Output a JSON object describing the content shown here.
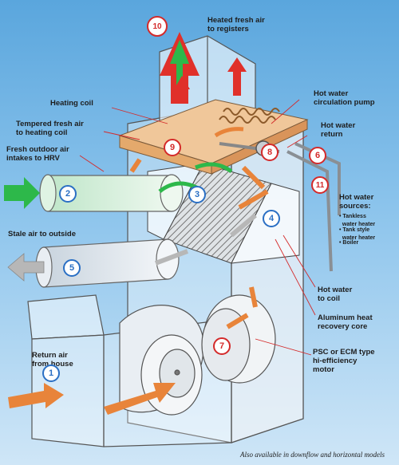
{
  "labels": {
    "heated_fresh_air": "Heated fresh air\nto registers",
    "heating_coil": "Heating coil",
    "tempered_air": "Tempered fresh air\nto heating coil",
    "fresh_outdoor": "Fresh outdoor air\nintakes to HRV",
    "stale_air": "Stale air to outside",
    "return_air": "Return air\nfrom house",
    "hot_water_pump": "Hot water\ncirculation pump",
    "hot_water_return": "Hot water\nreturn",
    "hot_water_sources": "Hot water\nsources:",
    "source_tankless": "• Tankless\n  water heater",
    "source_tank": "• Tank style\n  water heater",
    "source_boiler": "• Boiler",
    "hot_water_to_coil": "Hot water\nto coil",
    "aluminum_core": "Aluminum heat\nrecovery core",
    "motor": "PSC or ECM type\nhi-efficiency\nmotor"
  },
  "badges": {
    "n1": "1",
    "n2": "2",
    "n3": "3",
    "n4": "4",
    "n5": "5",
    "n6": "6",
    "n7": "7",
    "n8": "8",
    "n9": "9",
    "n10": "10",
    "n11": "11"
  },
  "footer": "Also available in downflow and horizontal models",
  "colors": {
    "sky_top": "#5aa6dd",
    "heated_arrow": "#e0302a",
    "fresh_arrow": "#2db84a",
    "stale_arrow": "#b7b7b7",
    "return_arrow": "#e8843a",
    "coil": "#f0c79a",
    "badge_red": "#d42a2a",
    "badge_blue": "#2a6fc4"
  }
}
